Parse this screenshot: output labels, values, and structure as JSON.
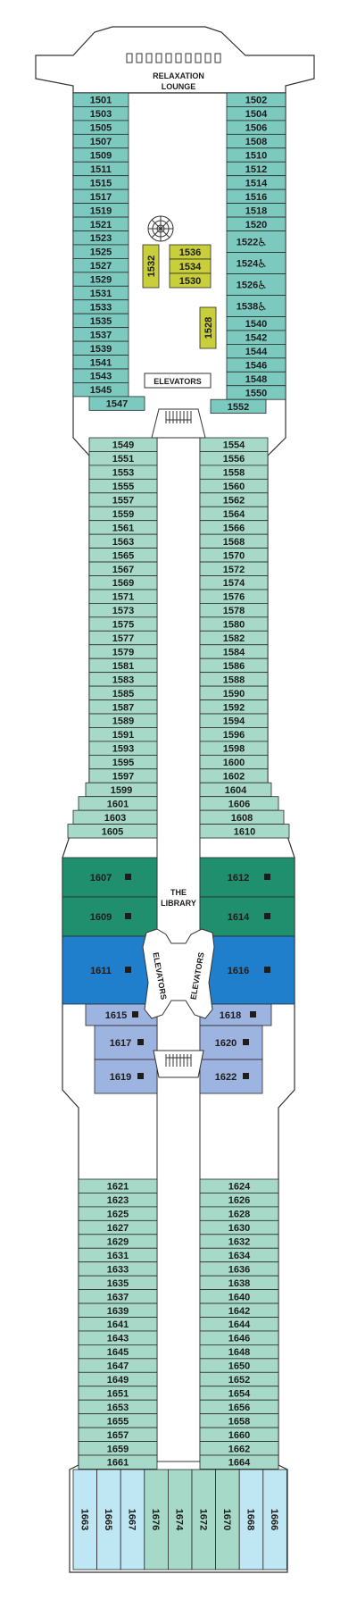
{
  "labels": {
    "relaxation_lounge_1": "RELAXATION",
    "relaxation_lounge_2": "LOUNGE",
    "elevators_fwd": "ELEVATORS",
    "library_1": "THE",
    "library_2": "LIBRARY",
    "elevators_mid_left": "ELEVATORS",
    "elevators_mid_right": "ELEVATORS"
  },
  "colors": {
    "inside": "#7cc9c0",
    "oceanview": "#a6d9c7",
    "veranda": "#1f8f6e",
    "concierge": "#1f7fcc",
    "suite": "#9db3e0",
    "aft": "#bfe6f3",
    "aft_mid": "#a6d9c7",
    "special": "#c9cf3a"
  },
  "accessible_icon": "wheelchair-icon",
  "square_icon": "square-marker-icon",
  "cabins": {
    "left_fwd": [
      "1501",
      "1503",
      "1505",
      "1507",
      "1509",
      "1511",
      "1515",
      "1517",
      "1519",
      "1521",
      "1523",
      "1525",
      "1527",
      "1529",
      "1531",
      "1533",
      "1535",
      "1537",
      "1539",
      "1541",
      "1543",
      "1545",
      "1547"
    ],
    "right_fwd": [
      "1502",
      "1504",
      "1506",
      "1508",
      "1510",
      "1512",
      "1514",
      "1516",
      "1518",
      "1520",
      "1522",
      "1524",
      "1526",
      "1538",
      "1540",
      "1542",
      "1544",
      "1546",
      "1548",
      "1550",
      "1552"
    ],
    "right_fwd_accessible": [
      "1522",
      "1524",
      "1526",
      "1538"
    ],
    "special": [
      "1536",
      "1534",
      "1530",
      "1532",
      "1528"
    ],
    "left_mid": [
      "1549",
      "1551",
      "1553",
      "1555",
      "1557",
      "1559",
      "1561",
      "1563",
      "1565",
      "1567",
      "1569",
      "1571",
      "1573",
      "1575",
      "1577",
      "1579",
      "1581",
      "1583",
      "1585",
      "1587",
      "1589",
      "1591",
      "1593",
      "1595",
      "1597",
      "1599",
      "1601",
      "1603",
      "1605"
    ],
    "right_mid": [
      "1554",
      "1556",
      "1558",
      "1560",
      "1562",
      "1564",
      "1566",
      "1568",
      "1570",
      "1572",
      "1574",
      "1576",
      "1578",
      "1580",
      "1582",
      "1584",
      "1586",
      "1588",
      "1590",
      "1592",
      "1594",
      "1596",
      "1598",
      "1600",
      "1602",
      "1604",
      "1606",
      "1608",
      "1610"
    ],
    "left_suite": [
      "1607",
      "1609",
      "1611",
      "1615",
      "1617",
      "1619"
    ],
    "right_suite": [
      "1612",
      "1614",
      "1616",
      "1618",
      "1620",
      "1622"
    ],
    "left_aft": [
      "1621",
      "1623",
      "1625",
      "1627",
      "1629",
      "1631",
      "1633",
      "1635",
      "1637",
      "1639",
      "1641",
      "1643",
      "1645",
      "1647",
      "1649",
      "1651",
      "1653",
      "1655",
      "1657",
      "1659",
      "1661"
    ],
    "right_aft": [
      "1624",
      "1626",
      "1628",
      "1630",
      "1632",
      "1634",
      "1636",
      "1638",
      "1640",
      "1642",
      "1644",
      "1646",
      "1648",
      "1650",
      "1652",
      "1654",
      "1656",
      "1658",
      "1660",
      "1662",
      "1664"
    ],
    "stern": [
      "1663",
      "1665",
      "1667",
      "1676",
      "1674",
      "1672",
      "1670",
      "1668",
      "1666"
    ]
  }
}
